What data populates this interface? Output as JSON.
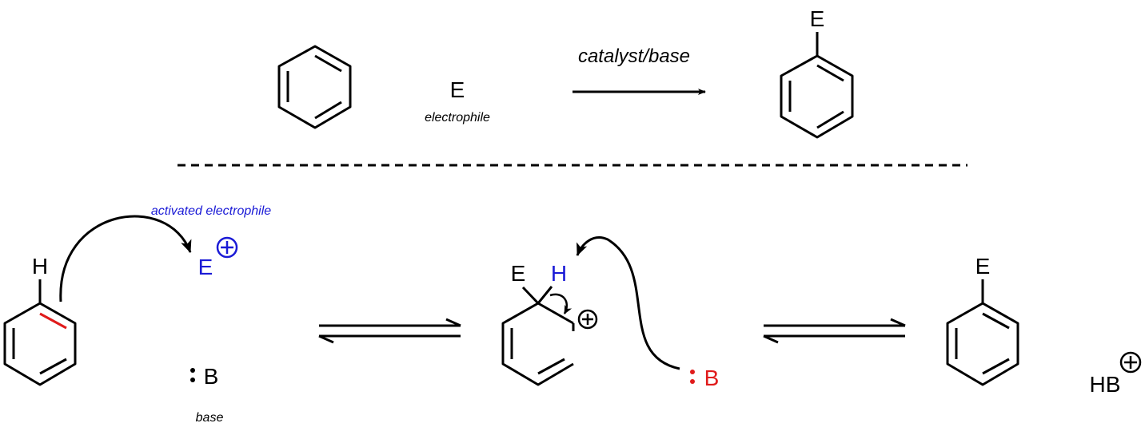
{
  "overall": {
    "electrophile_symbol": "E",
    "electrophile_caption": "electrophile",
    "conditions": "catalyst/base",
    "product_substituent": "E"
  },
  "mechanism": {
    "hydrogen": "H",
    "activated_electrophile_caption": "activated electrophile",
    "activated_electrophile_symbol": "E",
    "base_symbol": "B",
    "base_caption": "base",
    "intermediate_substituent": "E",
    "intermediate_hydrogen": "H",
    "attacking_base_symbol": "B",
    "final_product_substituent": "E",
    "byproduct": "HB"
  },
  "colors": {
    "black": "#000000",
    "blue": "#1a1ad6",
    "red": "#e01b1b"
  },
  "icons": {
    "plus_charge": "circled-plus-icon",
    "lone_pair": "colon-lone-pair-icon"
  }
}
